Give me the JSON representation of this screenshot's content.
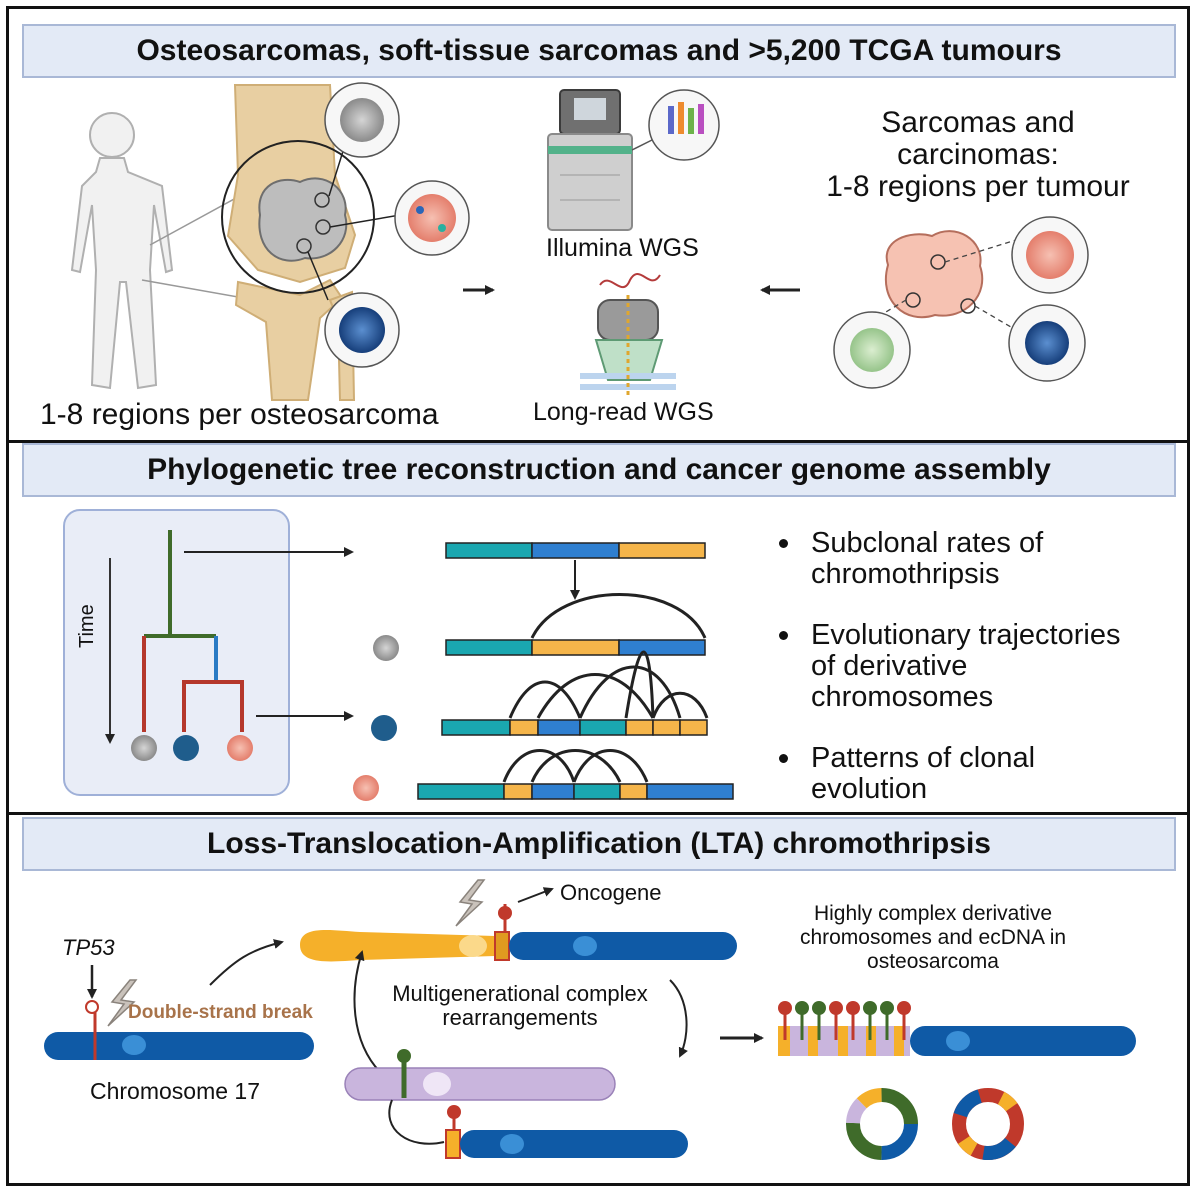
{
  "sections": [
    {
      "title": "Osteosarcomas, soft-tissue sarcomas and >5,200 TCGA tumours"
    },
    {
      "title": "Phylogenetic tree reconstruction and cancer genome assembly"
    },
    {
      "title": "Loss-Translocation-Amplification (LTA) chromothripsis"
    }
  ],
  "panel1": {
    "osteo_label": "1-8 regions per osteosarcoma",
    "illumina_label": "Illumina WGS",
    "longread_label": "Long-read WGS",
    "sarc_label_lines": [
      "Sarcomas and",
      "carcinomas:",
      "1-8 regions per tumour"
    ]
  },
  "panel2": {
    "time_label": "Time",
    "bullets": [
      [
        "Subclonal rates of",
        "chromothripsis"
      ],
      [
        "Evolutionary trajectories",
        "of derivative",
        "chromosomes"
      ],
      [
        "Patterns of clonal",
        "evolution"
      ]
    ]
  },
  "panel3": {
    "tp53_label": "TP53",
    "dsb_label": "Double-strand break",
    "chr17_label": "Chromosome 17",
    "oncogene_label": "Oncogene",
    "multigen_lines": [
      "Multigenerational complex",
      "rearrangements"
    ],
    "complex_lines": [
      "Highly complex derivative",
      "chromosomes and ecDNA in",
      "osteosarcoma"
    ]
  },
  "colors": {
    "banner_bg": "#e3eaf6",
    "teal": "#1aa7b0",
    "blue": "#2f7fd0",
    "orange": "#f5b54a",
    "chromosome_blue": "#0f5aa6",
    "tree_green": "#3f6b2a",
    "tree_red": "#b5382c",
    "tree_blue": "#2a7ac4",
    "dsb_brown": "#a8734a"
  }
}
